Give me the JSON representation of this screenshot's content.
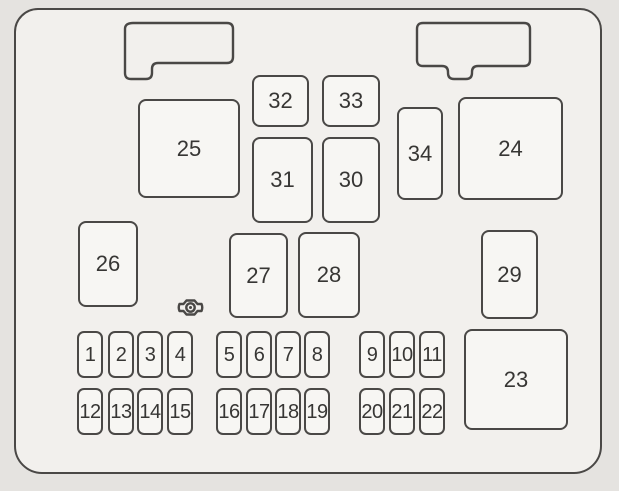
{
  "colors": {
    "page_background": "#e5e3e0",
    "panel_background": "#f2f0ed",
    "box_fill": "#f7f6f3",
    "line": "#4a4846",
    "text": "#373634"
  },
  "diagram": {
    "large_boxes": {
      "23": "23",
      "24": "24",
      "25": "25",
      "26": "26",
      "27": "27",
      "28": "28",
      "29": "29",
      "30": "30",
      "31": "31",
      "32": "32",
      "33": "33",
      "34": "34"
    },
    "fuses_row_1": [
      "1",
      "2",
      "3",
      "4",
      "5",
      "6",
      "7",
      "8",
      "9",
      "10",
      "11"
    ],
    "fuses_row_2": [
      "12",
      "13",
      "14",
      "15",
      "16",
      "17",
      "18",
      "19",
      "20",
      "21",
      "22"
    ]
  },
  "icons": {
    "bolt": "bolt-icon",
    "mounting_tab_left": "mounting-tab-left-icon",
    "mounting_tab_right": "mounting-tab-right-icon"
  }
}
